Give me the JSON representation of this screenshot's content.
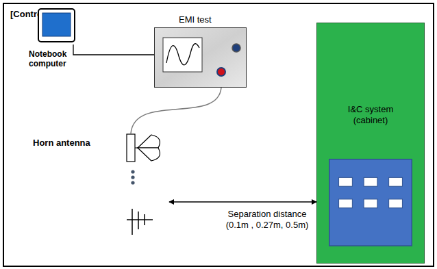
{
  "diagram": {
    "nodes": [
      {
        "text": [
          "[Control room]"
        ]
      },
      {
        "text": [
          "Notebook computer"
        ],
        "in": 0
      },
      {
        "text": [
          "EMI test"
        ],
        "in": 0
      },
      {
        "text": [
          "Horn antenna"
        ],
        "in": 0
      },
      {
        "text": [
          "I&C system (cabinet)"
        ],
        "in": 0
      }
    ],
    "edges": [
      {
        "from": 1,
        "to": 2,
        "arrow": "none"
      },
      {
        "from": 2,
        "to": 3,
        "arrow": "none"
      },
      {
        "from": 3,
        "to": 4,
        "arrow": "both",
        "label": "Separation distance (0.1m , 0.27m, 0.5m)"
      }
    ]
  }
}
